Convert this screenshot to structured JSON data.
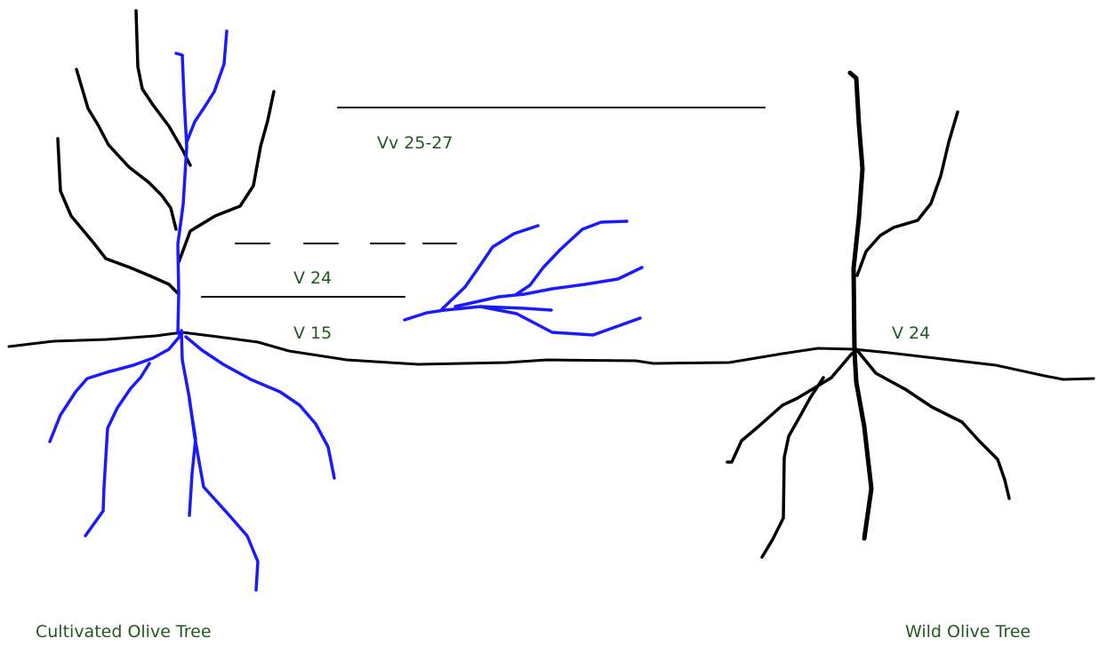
{
  "labels": {
    "arrow_top": "Vv 25-27",
    "arrow_middle": "V 24",
    "left_ground": "V 15",
    "right_ground": "V 24",
    "left_tree": "Cultivated Olive Tree",
    "right_tree": "Wild Olive Tree"
  },
  "colors": {
    "wild_stock": "#000000",
    "cultivated_scion": "#1a1aff",
    "label_text": "#1f5a1f"
  }
}
